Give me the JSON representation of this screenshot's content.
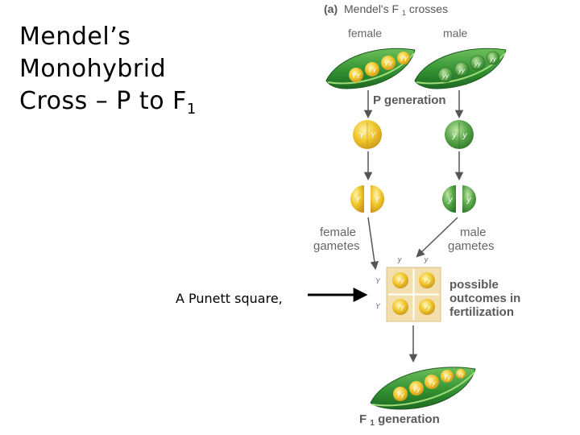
{
  "slide": {
    "title_line1": "Mendel’s",
    "title_line2": "Monohybrid",
    "title_line3_main": "Cross – P to F",
    "title_line3_sub": "1",
    "punnett_caption": "A Punett square,"
  },
  "figure": {
    "panel_label": "(a)",
    "panel_title_main": "Mendel's F",
    "panel_title_sub": "1",
    "panel_title_tail": " crosses",
    "female_label": "female",
    "male_label": "male",
    "p_generation": "P generation",
    "female_gametes_line1": "female",
    "female_gametes_line2": "gametes",
    "male_gametes_line1": "male",
    "male_gametes_line2": "gametes",
    "outcomes_line1": "possible",
    "outcomes_line2": "outcomes in",
    "outcomes_line3": "fertilization",
    "f1_main": "F",
    "f1_sub": "1",
    "f1_tail": " generation",
    "female_parent_peas": [
      "YY",
      "YY",
      "YY",
      "YY"
    ],
    "male_parent_peas": [
      "yy",
      "yy",
      "yy",
      "yy"
    ],
    "female_parent_cell": [
      "Y",
      "Y"
    ],
    "male_parent_cell": [
      "y",
      "y"
    ],
    "female_gamete": [
      "Y",
      "Y"
    ],
    "male_gamete": [
      "y",
      "y"
    ],
    "punnett_col_headers": [
      "y",
      "y"
    ],
    "punnett_row_headers": [
      "Y",
      "Y"
    ],
    "punnett_cells": [
      "Yy",
      "Yy",
      "Yy",
      "Yy"
    ],
    "f1_peas": [
      "Yy",
      "Yy",
      "Yy",
      "Yy",
      "Yy"
    ]
  },
  "colors": {
    "pod_green": "#3e9a3a",
    "pea_yellow": "#e8c028",
    "pea_green": "#5aa64a",
    "punnett_bg": "#f3dfae",
    "label_gray": "#6a6a6a",
    "bold_label": "#5a5a5a"
  }
}
